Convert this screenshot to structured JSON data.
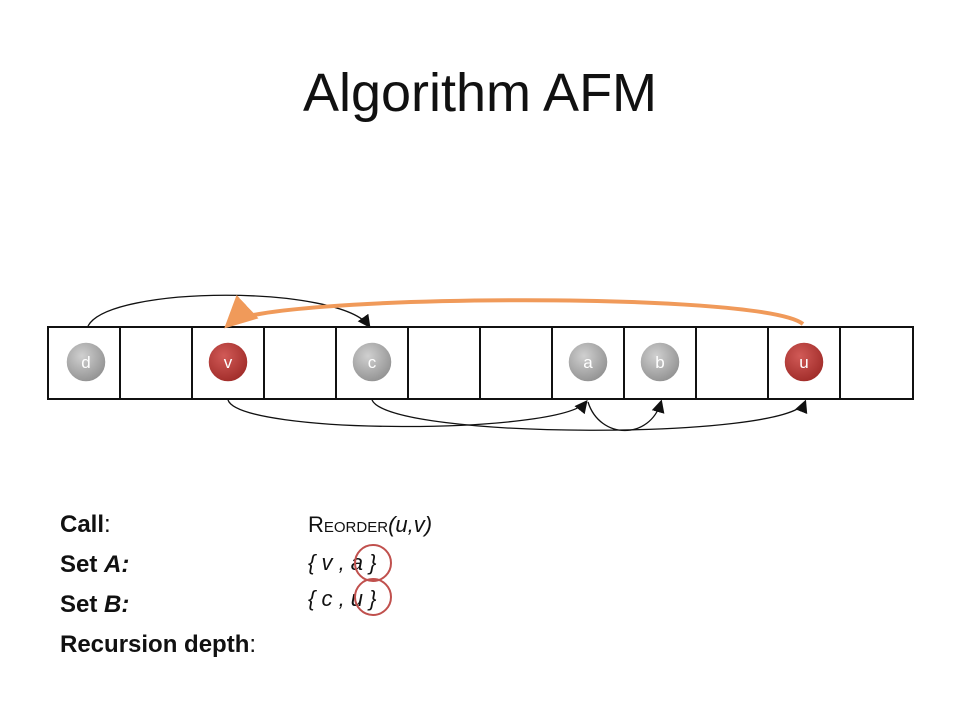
{
  "title": "Algorithm AFM",
  "colors": {
    "node_default": "#a6a6a6",
    "node_highlight": "#b3312f",
    "orange_arrow": "#f09a5a",
    "ring": "#c0504d"
  },
  "nodes": [
    "d",
    "v",
    "c",
    "a",
    "b",
    "u"
  ],
  "highlighted_nodes": [
    "v",
    "u"
  ],
  "labels": {
    "call": "Call",
    "setA": "Set",
    "setA_letter": "A:",
    "setB": "Set",
    "setB_letter": "B:",
    "depth": "Recursion depth",
    "colon": ":"
  },
  "values": {
    "call_fn": "Reorder",
    "call_args": "(u,v)",
    "setA": "{ v , a }",
    "setB": "{ c , u }"
  }
}
